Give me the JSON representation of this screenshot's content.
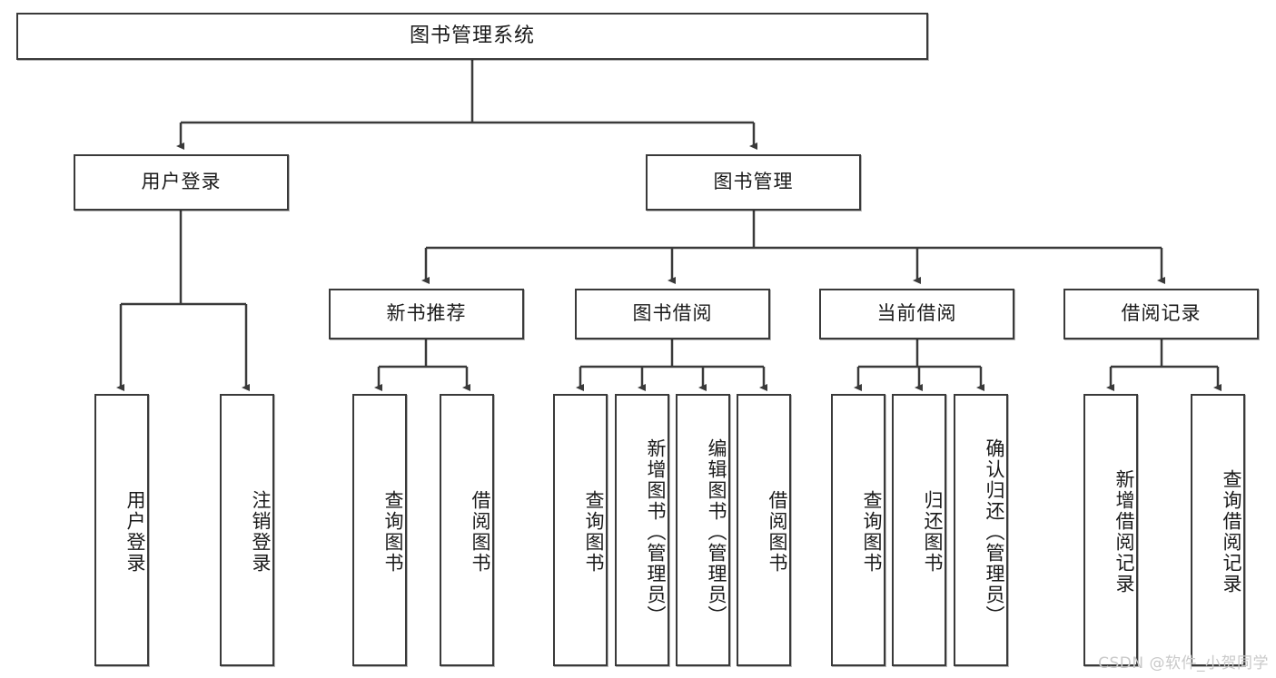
{
  "diagram": {
    "type": "tree",
    "title": "图书管理系统",
    "root": {
      "label": "图书管理系统"
    },
    "level2": [
      {
        "label": "用户登录"
      },
      {
        "label": "图书管理"
      }
    ],
    "level3": [
      {
        "label": "新书推荐"
      },
      {
        "label": "图书借阅"
      },
      {
        "label": "当前借阅"
      },
      {
        "label": "借阅记录"
      }
    ],
    "leaves": {
      "user_login": [
        {
          "label": "用户登录"
        },
        {
          "label": "注销登录"
        }
      ],
      "new_book_recommend": [
        {
          "label": "查询图书"
        },
        {
          "label": "借阅图书"
        }
      ],
      "book_borrow": [
        {
          "label": "查询图书"
        },
        {
          "label": "新增图书（管理员）"
        },
        {
          "label": "编辑图书（管理员）"
        },
        {
          "label": "借阅图书"
        }
      ],
      "current_borrow": [
        {
          "label": "查询图书"
        },
        {
          "label": "归还图书"
        },
        {
          "label": "确认归还（管理员）"
        }
      ],
      "borrow_record": [
        {
          "label": "新增借阅记录"
        },
        {
          "label": "查询借阅记录"
        }
      ]
    }
  },
  "watermark": {
    "text": "CSDN @软件_小贺同学"
  },
  "colors": {
    "box_border": "#3a3a3a",
    "box_fill": "#ffffff",
    "line": "#3a3a3a",
    "text": "#1a1a1a",
    "watermark": "#c9c9c9"
  }
}
